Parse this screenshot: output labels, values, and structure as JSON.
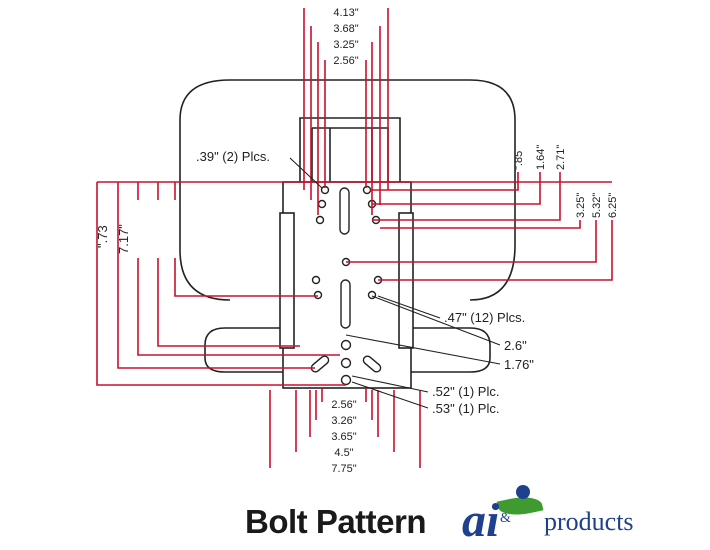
{
  "dimensions_top": [
    "4.13\"",
    "3.68\"",
    "3.25\"",
    "2.56\""
  ],
  "dimensions_right": [
    "\".85",
    "1.64\"",
    "2.71\"",
    "3.25\"",
    "5.32\"",
    "6.25\""
  ],
  "dimensions_left": [
    "\".73",
    "7.17\""
  ],
  "dimensions_bottom": [
    "2.56\"",
    "3.26\"",
    "3.65\"",
    "4.5\"",
    "7.75\""
  ],
  "callouts": {
    "hole_39": ".39\" (2) Plcs.",
    "hole_47": ".47\" (12) Plcs.",
    "dim_26": "2.6\"",
    "dim_176": "1.76\"",
    "hole_52": ".52\" (1) Plc.",
    "hole_53": ".53\" (1) Plc."
  },
  "footer": {
    "title": "Bolt Pattern",
    "logo_letters": "ai",
    "logo_amp": "&",
    "logo_products": "products"
  },
  "colors": {
    "dimension_lines": "#c8102e",
    "outline": "#222222",
    "logo_blue": "#1f3f8f",
    "logo_green": "#3f9b2f"
  }
}
